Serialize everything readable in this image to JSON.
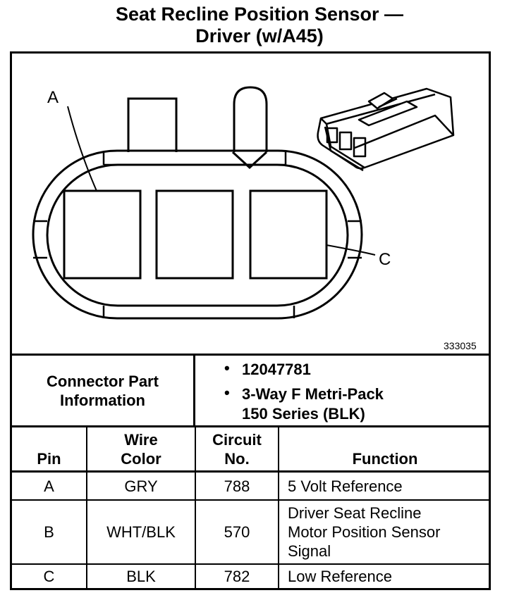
{
  "title": {
    "line1": "Seat Recline Position Sensor —",
    "line2": "Driver (w/A45)"
  },
  "diagram": {
    "label_a": "A",
    "label_c": "C",
    "figure_number": "333035"
  },
  "connector_info": {
    "label_line1": "Connector Part",
    "label_line2": "Information",
    "items": [
      {
        "lines": [
          "12047781"
        ]
      },
      {
        "lines": [
          "3-Way F Metri-Pack",
          "150 Series (BLK)"
        ]
      }
    ]
  },
  "table": {
    "headers": {
      "pin": "Pin",
      "wire_color_line1": "Wire",
      "wire_color_line2": "Color",
      "circuit_line1": "Circuit",
      "circuit_line2": "No.",
      "function": "Function"
    },
    "rows": [
      {
        "pin": "A",
        "wire_color": "GRY",
        "circuit": "788",
        "function": [
          "5 Volt Reference"
        ]
      },
      {
        "pin": "B",
        "wire_color": "WHT/BLK",
        "circuit": "570",
        "function": [
          "Driver Seat Recline",
          "Motor Position Sensor",
          "Signal"
        ]
      },
      {
        "pin": "C",
        "wire_color": "BLK",
        "circuit": "782",
        "function": [
          "Low Reference"
        ]
      }
    ]
  }
}
